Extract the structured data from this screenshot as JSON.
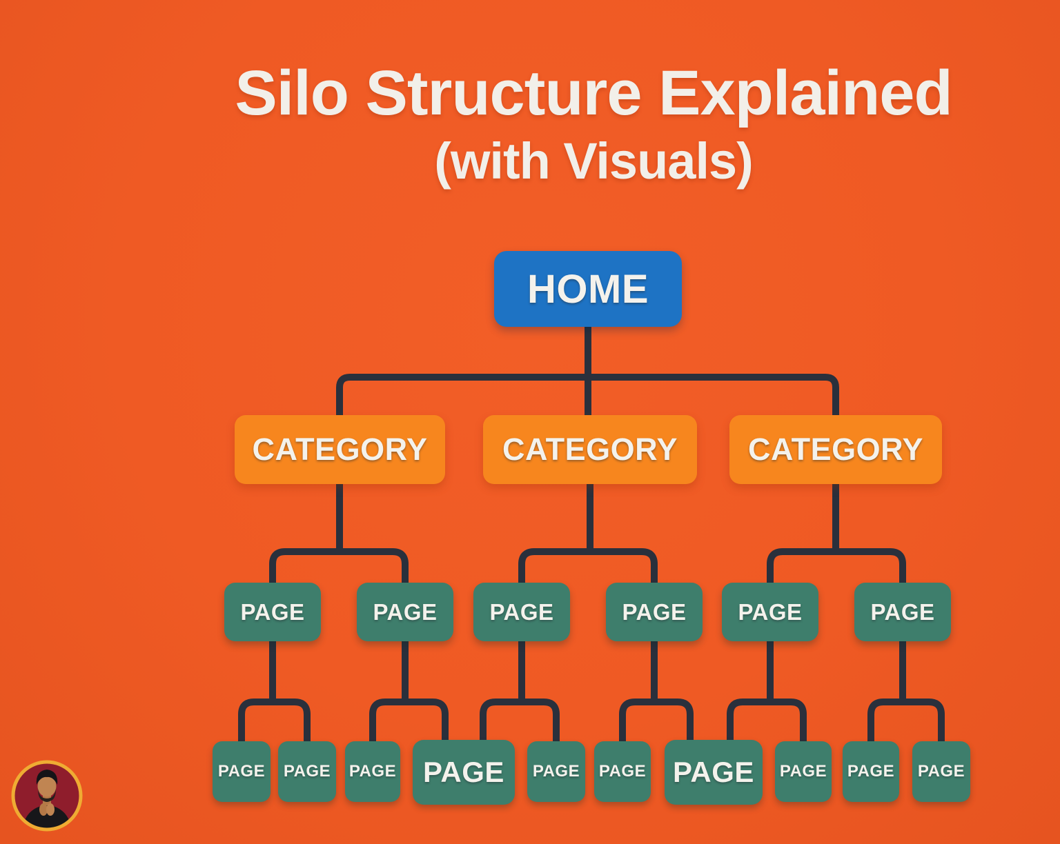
{
  "title": {
    "line1": "Silo Structure Explained",
    "line2": "(with Visuals)"
  },
  "colors": {
    "background": "#EF5A24",
    "home_box": "#1E73C4",
    "category_box": "#F7861E",
    "page_box": "#3E7E6C",
    "connector": "#2A303C",
    "label_text": "#F2EFE9",
    "avatar_ring": "#EFAC33",
    "avatar_background": "#8F1D2C"
  },
  "diagram": {
    "type": "tree",
    "home": {
      "label": "HOME"
    },
    "categories": [
      {
        "label": "CATEGORY"
      },
      {
        "label": "CATEGORY"
      },
      {
        "label": "CATEGORY"
      }
    ],
    "pages": [
      {
        "label": "PAGE"
      },
      {
        "label": "PAGE"
      },
      {
        "label": "PAGE"
      },
      {
        "label": "PAGE"
      },
      {
        "label": "PAGE"
      },
      {
        "label": "PAGE"
      }
    ],
    "subpages": [
      {
        "label": "PAGE"
      },
      {
        "label": "PAGE"
      },
      {
        "label": "PAGE"
      },
      {
        "label": "PAGE"
      },
      {
        "label": "PAGE"
      },
      {
        "label": "PAGE"
      },
      {
        "label": "PAGE"
      },
      {
        "label": "PAGE"
      },
      {
        "label": "PAGE"
      },
      {
        "label": "PAGE"
      }
    ]
  },
  "icons": {
    "avatar": "presenter-person-in-gold-ring"
  }
}
